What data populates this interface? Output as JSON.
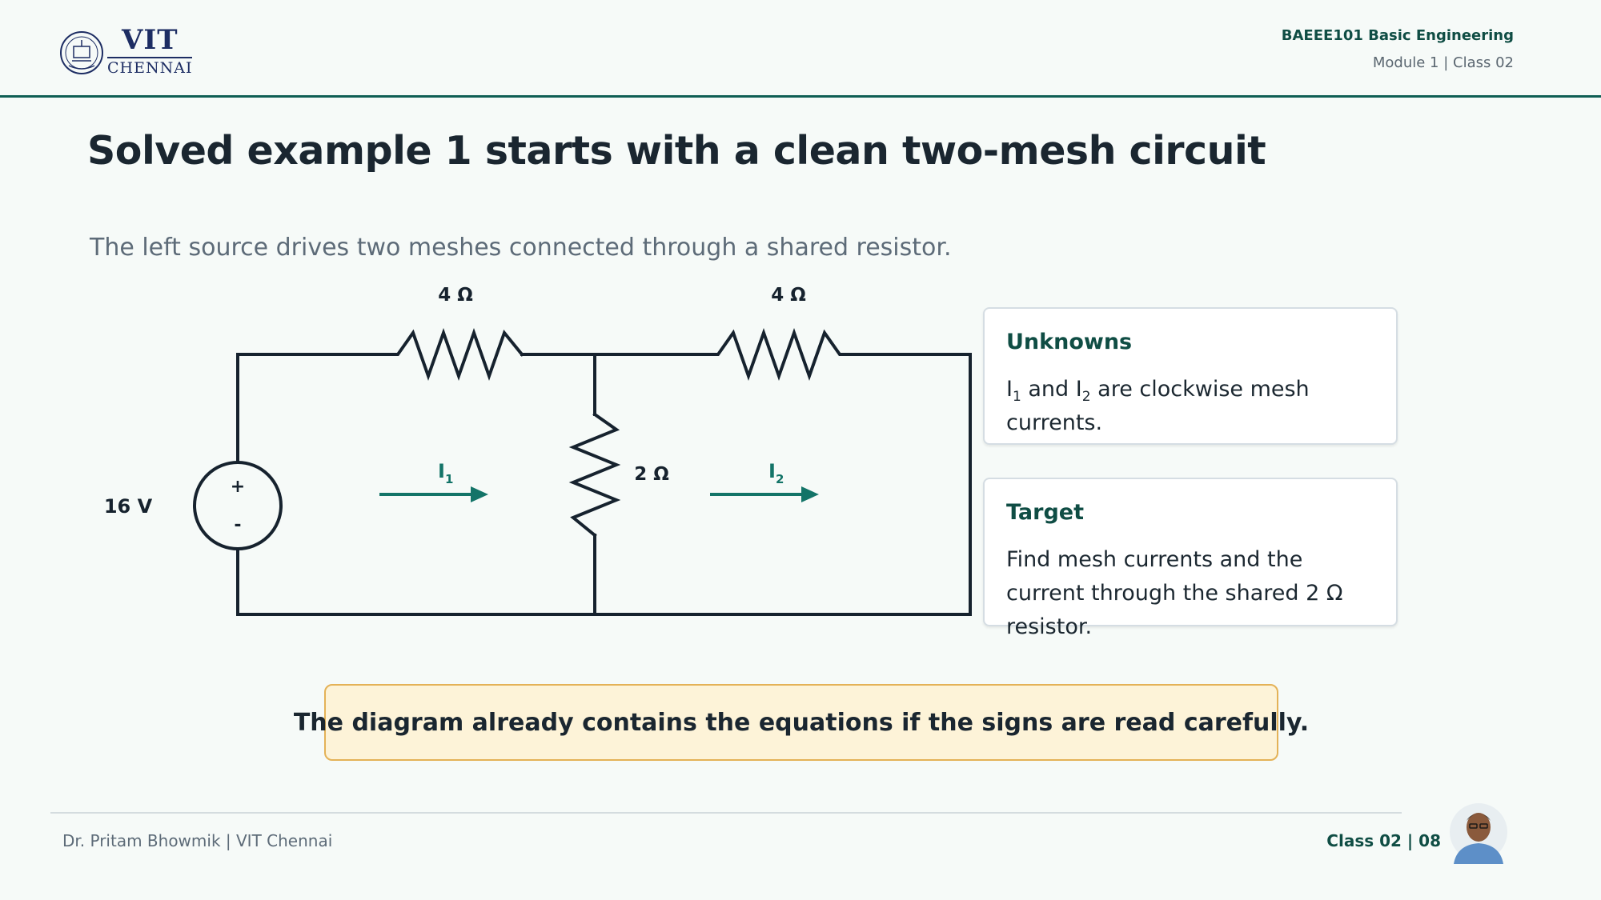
{
  "header": {
    "logo_line1": "VIT",
    "logo_line2": "CHENNAI",
    "course": "BAEEE101 Basic Engineering",
    "module": "Module 1 | Class 02"
  },
  "slide": {
    "title": "Solved example 1 starts with a clean two-mesh circuit",
    "subtitle": "The left source drives two meshes connected through a shared resistor."
  },
  "circuit": {
    "source_label": "16 V",
    "source_plus": "+",
    "source_minus": "-",
    "r_top_left": "4 Ω",
    "r_top_right": "4 Ω",
    "r_shared": "2 Ω",
    "mesh1_symbol": "I",
    "mesh1_sub": "1",
    "mesh2_symbol": "I",
    "mesh2_sub": "2",
    "colors": {
      "wire": "#16222e",
      "arrow": "#137468"
    }
  },
  "cards": {
    "unknowns": {
      "heading": "Unknowns",
      "sym1": "I",
      "sub1": "1",
      "and": " and ",
      "sym2": "I",
      "sub2": "2",
      "rest": " are clockwise mesh currents."
    },
    "target": {
      "heading": "Target",
      "body": "Find mesh currents and the current through the shared 2 Ω resistor."
    }
  },
  "callout": {
    "text": "The diagram already contains the equations if the signs are read carefully."
  },
  "footer": {
    "author": "Dr. Pritam Bhowmik | VIT Chennai",
    "class_page": "Class 02 | 08"
  },
  "colors": {
    "accent": "#0f5e54",
    "heading": "#0f4d44",
    "callout_bg": "#fdf3d8",
    "callout_border": "#e4b257",
    "logo": "#1d2d63"
  }
}
